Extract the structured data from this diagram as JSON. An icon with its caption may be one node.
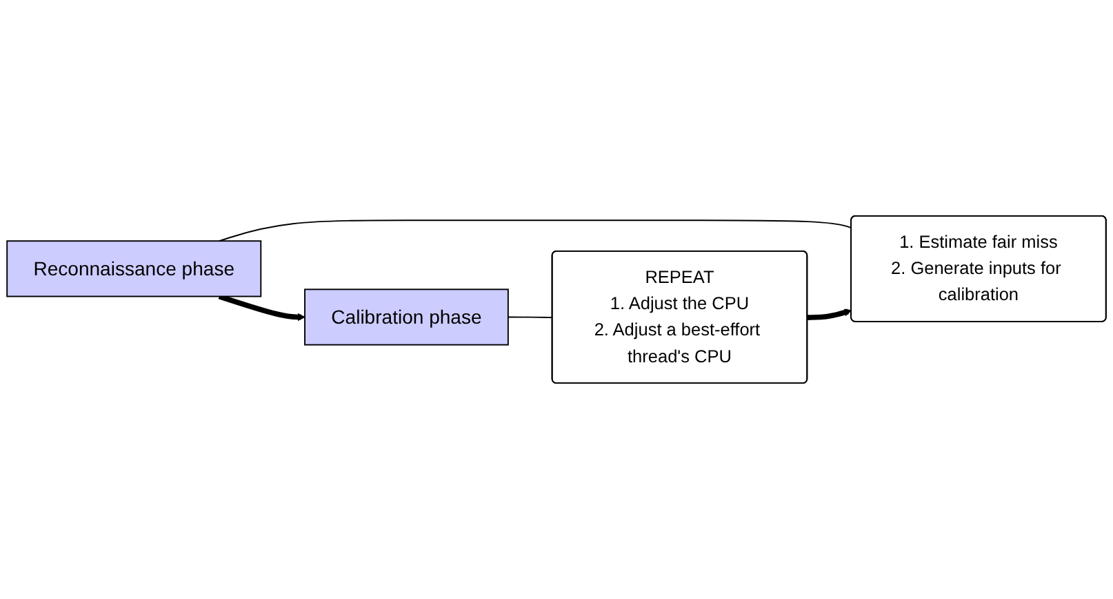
{
  "diagram": {
    "nodes": [
      {
        "text": [
          "Reconnaissance phase"
        ]
      },
      {
        "text": [
          "Calibration phase"
        ]
      },
      {
        "text": [
          "1. Estimate fair miss",
          "2. Generate inputs for calibration"
        ]
      },
      {
        "text": [
          "REPEAT",
          "1. Adjust the CPU",
          "2. Adjust a best-effort thread's CPU"
        ]
      }
    ],
    "edges": [
      {
        "from": 0,
        "to": 1,
        "arrow": "to",
        "style": "thick"
      },
      {
        "from": 0,
        "to": 2,
        "arrow": "none"
      },
      {
        "from": 1,
        "to": 3,
        "arrow": "none"
      },
      {
        "from": 3,
        "to": 2,
        "arrow": "to",
        "style": "thick"
      }
    ]
  }
}
